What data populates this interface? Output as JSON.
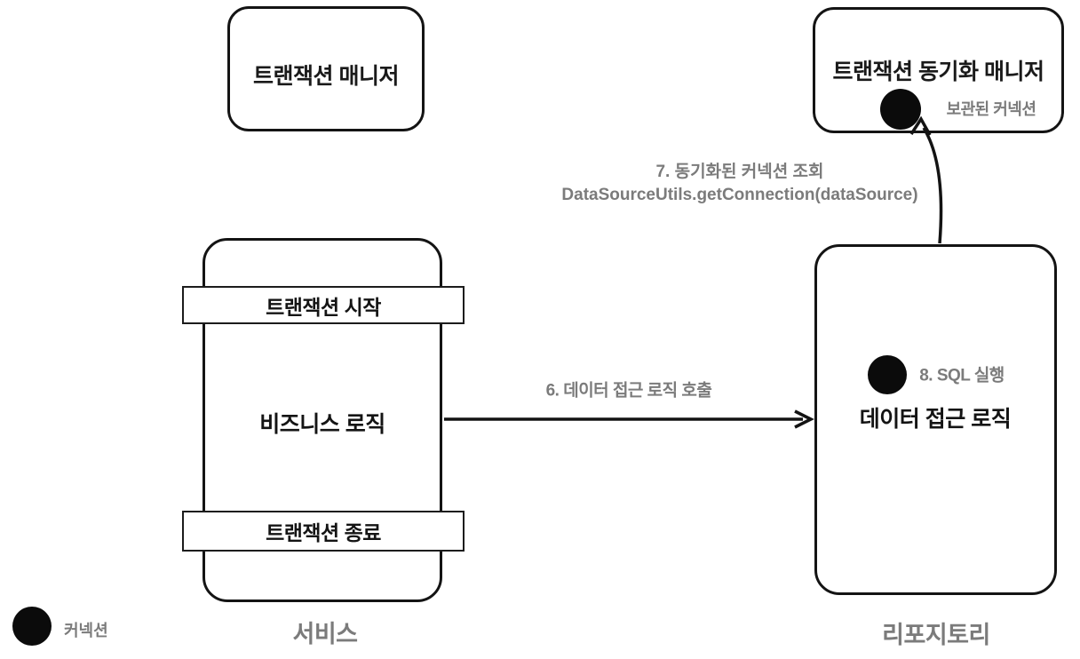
{
  "colors": {
    "background": "#ffffff",
    "stroke": "#141414",
    "muted_text": "#7b7b7b",
    "title_text": "#1a1a1a",
    "connection_dot": "#0b0b0b"
  },
  "nodes": {
    "transaction_manager": {
      "title": "트랜잭션 매니저"
    },
    "sync_manager": {
      "title": "트랜잭션 동기화 매니저",
      "stored_connection": {
        "icon": "connection-dot",
        "label": "보관된 커넥션"
      }
    },
    "service": {
      "caption": "서비스",
      "tx_start_bar": "트랜잭션 시작",
      "body": "비즈니스 로직",
      "tx_end_bar": "트랜잭션 종료"
    },
    "repository": {
      "caption": "리포지토리",
      "sql_step": {
        "icon": "connection-dot",
        "label": "8. SQL 실행"
      },
      "body": "데이터 접근 로직"
    }
  },
  "arrows": {
    "step6": {
      "from": "service",
      "to": "repository",
      "label": "6. 데이터 접근 로직 호출"
    },
    "step7": {
      "from": "repository",
      "to": "sync_manager.stored_connection",
      "label_line1": "7. 동기화된 커넥션 조회",
      "label_line2": "DataSourceUtils.getConnection(dataSource)"
    }
  },
  "legend": {
    "icon": "connection-dot",
    "label": "커넥션"
  }
}
